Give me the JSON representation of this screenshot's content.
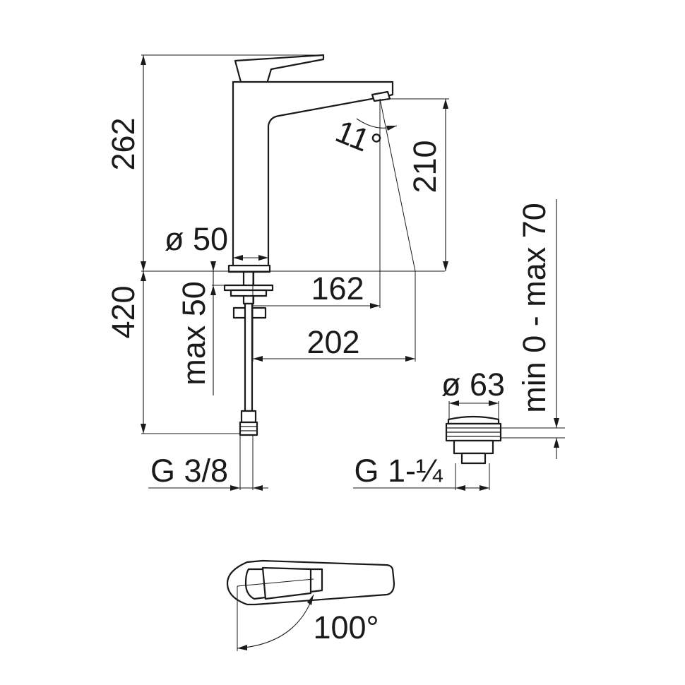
{
  "labels": {
    "height_262": "262",
    "height_420": "420",
    "height_210": "210",
    "angle_11": "11°",
    "diameter_50": "ø 50",
    "max_50": "max 50",
    "reach_162": "162",
    "reach_202": "202",
    "thread_g38": "G 3/8",
    "thread_g114": "G 1-¼",
    "diameter_63": "ø 63",
    "min_max_70": "min 0 - max 70",
    "angle_100": "100°"
  },
  "colors": {
    "line": "#1a1a1a",
    "background": "#ffffff"
  }
}
